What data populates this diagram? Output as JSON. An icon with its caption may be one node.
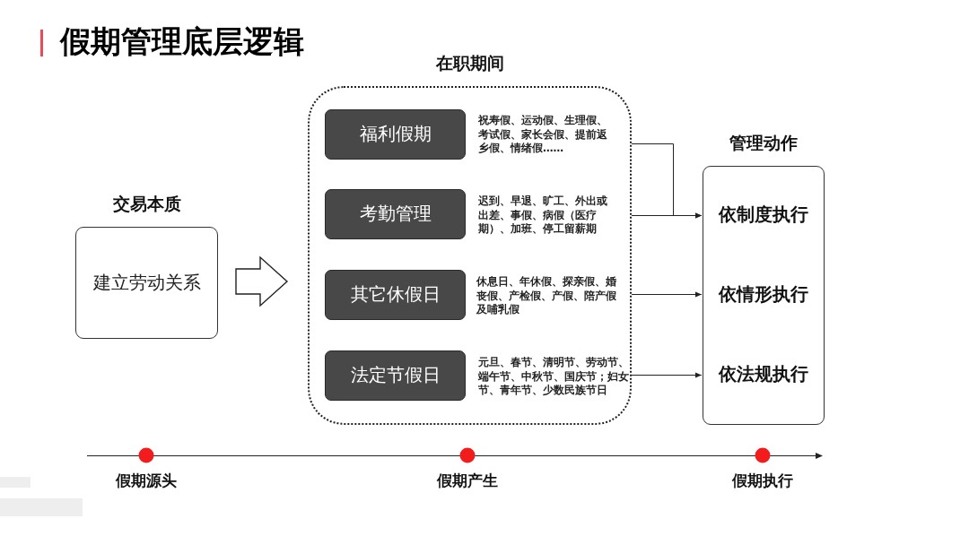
{
  "diagram": {
    "title": "假期管理底层逻辑",
    "nodes": [
      {
        "text": [
          "交易本质",
          "建立劳动关系"
        ]
      },
      {
        "text": [
          "在职期间"
        ]
      },
      {
        "text": [
          "福利假期"
        ],
        "in": 1,
        "beside": [
          "祝寿假、运动假、生理假、考试假、家长会假、提前返乡假、情绪假……"
        ]
      },
      {
        "text": [
          "考勤管理"
        ],
        "in": 1,
        "beside": [
          "迟到、早退、旷工、外出或出差、事假、病假（医疗期）、加班、停工留薪期"
        ]
      },
      {
        "text": [
          "其它休假日"
        ],
        "in": 1,
        "beside": [
          "休息日、年休假、探亲假、婚丧假、产检假、产假、陪产假及哺乳假"
        ]
      },
      {
        "text": [
          "法定节假日"
        ],
        "in": 1,
        "beside": [
          "元旦、春节、清明节、劳动节、端午节、中秋节、国庆节；妇女节、青年节、少数民族节日"
        ]
      },
      {
        "text": [
          "管理动作",
          "依制度执行",
          "依情形执行",
          "依法规执行"
        ]
      }
    ],
    "edges": [
      {
        "from": 0,
        "to": 1,
        "arrow": "to"
      },
      {
        "from": 1,
        "to": 6,
        "arrow": "to"
      },
      {
        "from": 1,
        "to": 6,
        "arrow": "to"
      },
      {
        "from": 1,
        "to": 6,
        "arrow": "to"
      },
      {
        "from": 1,
        "to": 6,
        "arrow": "to"
      }
    ],
    "labels": [
      "假期源头",
      "假期产生",
      "假期执行"
    ]
  }
}
